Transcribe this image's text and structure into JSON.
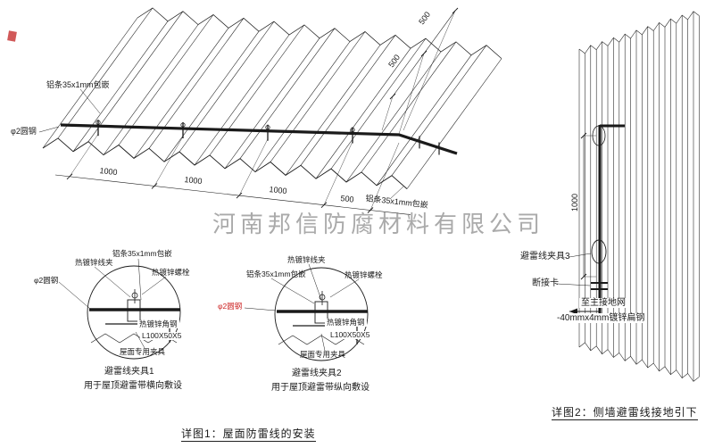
{
  "colors": {
    "line": "#1a1a1a",
    "accent_red": "#cc2222",
    "watermark_gray": "#8a8a8a"
  },
  "watermark": "河南邦信防腐材料有限公司",
  "roof": {
    "caption": "详图1：屋面防雷线的安装",
    "label_alu_top": "铝条35x1mm包嵌",
    "label_alu_bottom": "铝条35x1mm包嵌",
    "label_rod": "φ2圆钢",
    "dims_bottom": [
      "1000",
      "1000",
      "1000",
      "500"
    ],
    "dims_right": [
      "500",
      "500"
    ]
  },
  "detail1": {
    "title": "避雷线夹具1",
    "subtitle": "用于屋顶避雷带横向敷设",
    "labels": {
      "wire_clamp": "热镀锌线夹",
      "alu_strip": "铝条35x1mm包嵌",
      "bolt": "热镀锌螺栓",
      "rod": "φ2圆钢",
      "angle_steel": "热镀锌角钢",
      "angle_spec": "L100X50X5",
      "roof_clamp": "屋面专用夹具"
    }
  },
  "detail2": {
    "title": "避雷线夹具2",
    "subtitle": "用于屋顶避雷带纵向敷设",
    "labels": {
      "wire_clamp": "热镀锌线夹",
      "alu_strip": "铝条35x1mm包嵌",
      "bolt": "热镀锌螺栓",
      "rod": "φ2圆钢",
      "angle_steel": "热镀锌角钢",
      "angle_spec": "L100X50X5",
      "roof_clamp": "屋面专用夹具"
    }
  },
  "wall": {
    "caption": "详图2：侧墙避雷线接地引下",
    "clamp3": "避雷线夹具3",
    "disconnect": "断接卡",
    "to_ground": "至主接地网",
    "flat_steel": "-40mmx4mm镀锌扁钢",
    "dim": "1000"
  }
}
